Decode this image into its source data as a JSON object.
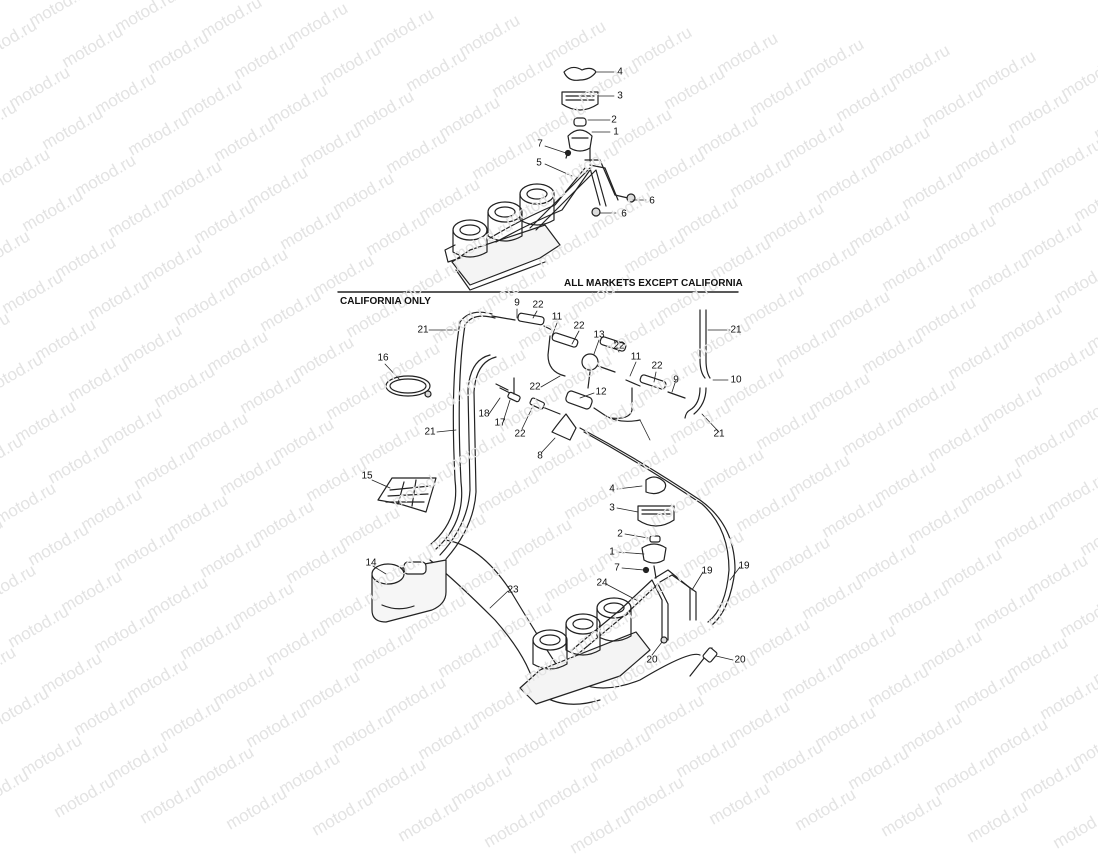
{
  "watermark": {
    "text": "motod.ru"
  },
  "sections": {
    "top_title": "ALL MARKETS EXCEPT CALIFORNIA",
    "bottom_title": "CALIFORNIA ONLY"
  },
  "callouts": {
    "top": [
      "4",
      "3",
      "2",
      "1",
      "7",
      "5",
      "6",
      "6"
    ],
    "bottom": [
      "9",
      "22",
      "21",
      "11",
      "22",
      "13",
      "22",
      "11",
      "21",
      "16",
      "22",
      "9",
      "10",
      "12",
      "18",
      "17",
      "22",
      "22",
      "21",
      "21",
      "8",
      "15",
      "4",
      "3",
      "2",
      "1",
      "7",
      "19",
      "19",
      "14",
      "24",
      "23",
      "20",
      "20"
    ]
  }
}
